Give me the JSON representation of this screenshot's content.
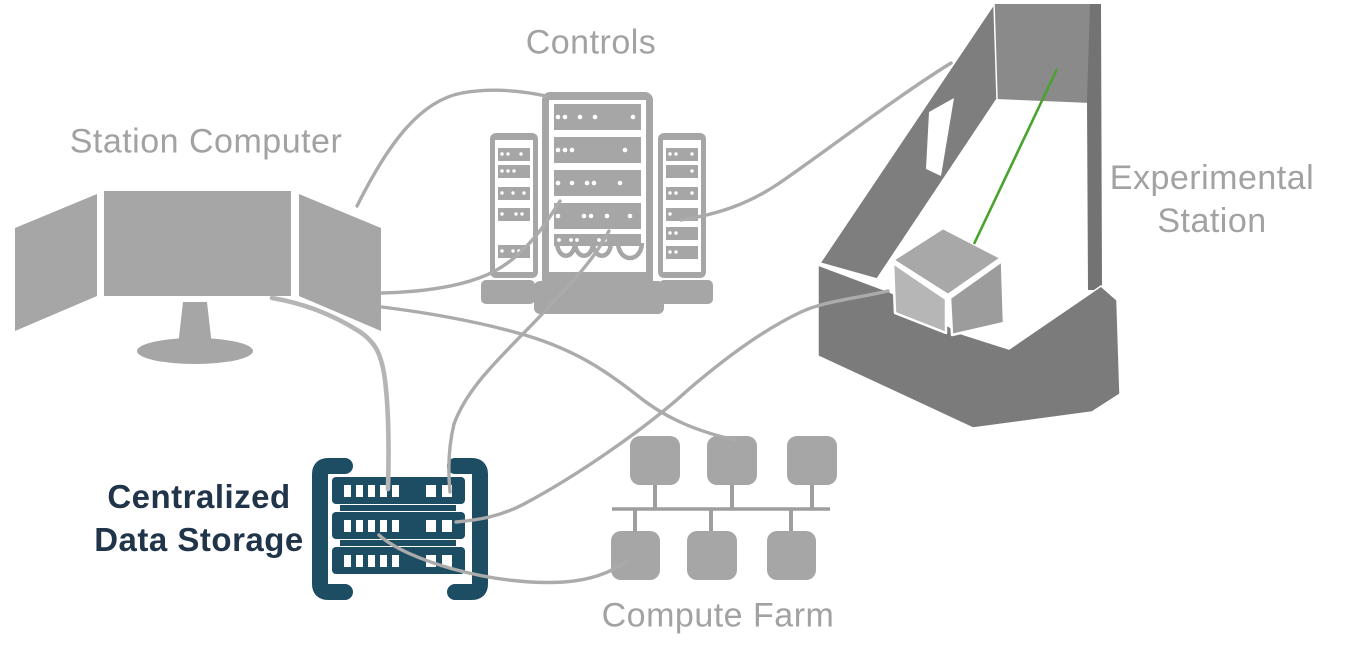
{
  "diagram": {
    "background": "#ffffff",
    "labels": {
      "station_computer": "Station Computer",
      "controls": "Controls",
      "experimental_station": [
        "Experimental",
        "Station"
      ],
      "centralized_data_storage": [
        "Centralized",
        "Data Storage"
      ],
      "compute_farm": "Compute Farm"
    },
    "nodes": [
      {
        "id": "station-computer",
        "label": "Station Computer",
        "icon": "triple-monitor-workstation-icon",
        "color": "#a6a6a6"
      },
      {
        "id": "controls",
        "label": "Controls",
        "icon": "server-racks-icon",
        "color": "#a6a6a6"
      },
      {
        "id": "experimental-station",
        "label": "Experimental Station",
        "icon": "experiment-hutch-3d-icon",
        "color": "#7e7e7e",
        "beam_color": "#4aa32f"
      },
      {
        "id": "centralized-data-storage",
        "label": "Centralized Data Storage",
        "icon": "storage-server-icon",
        "color": "#1d4d63"
      },
      {
        "id": "compute-farm",
        "label": "Compute Farm",
        "icon": "cluster-network-icon",
        "color": "#a6a6a6"
      }
    ],
    "connections": [
      {
        "from": "station-computer",
        "to": "controls",
        "via": "top"
      },
      {
        "from": "station-computer",
        "to": "controls",
        "via": "side"
      },
      {
        "from": "controls",
        "to": "experimental-station"
      },
      {
        "from": "station-computer",
        "to": "compute-farm"
      },
      {
        "from": "station-computer",
        "to": "centralized-data-storage"
      },
      {
        "from": "controls",
        "to": "centralized-data-storage"
      },
      {
        "from": "experimental-station",
        "to": "centralized-data-storage"
      },
      {
        "from": "centralized-data-storage",
        "to": "compute-farm"
      }
    ],
    "colors": {
      "icon_gray": "#a6a6a6",
      "line_gray": "#ababab",
      "station_wall": "#7e7e7e",
      "station_back_wall": "#8a8a8a",
      "storage_navy": "#1d4d63",
      "navy_text": "#20344a",
      "gray_text": "#a2a2a2",
      "beam_green": "#4aa32f"
    }
  }
}
